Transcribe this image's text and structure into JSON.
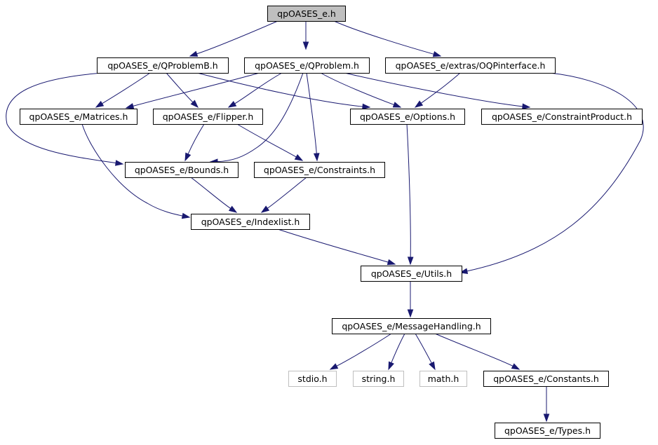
{
  "graph": {
    "nodes": [
      {
        "id": "root",
        "label": "qpOASES_e.h",
        "style": "root"
      },
      {
        "id": "qproblemb",
        "label": "qpOASES_e/QProblemB.h",
        "style": "normal"
      },
      {
        "id": "qproblem",
        "label": "qpOASES_e/QProblem.h",
        "style": "normal"
      },
      {
        "id": "oqp",
        "label": "qpOASES_e/extras/OQPinterface.h",
        "style": "normal"
      },
      {
        "id": "matrices",
        "label": "qpOASES_e/Matrices.h",
        "style": "normal"
      },
      {
        "id": "flipper",
        "label": "qpOASES_e/Flipper.h",
        "style": "normal"
      },
      {
        "id": "options",
        "label": "qpOASES_e/Options.h",
        "style": "normal"
      },
      {
        "id": "constraintproduct",
        "label": "qpOASES_e/ConstraintProduct.h",
        "style": "normal"
      },
      {
        "id": "bounds",
        "label": "qpOASES_e/Bounds.h",
        "style": "normal"
      },
      {
        "id": "constraints",
        "label": "qpOASES_e/Constraints.h",
        "style": "normal"
      },
      {
        "id": "indexlist",
        "label": "qpOASES_e/Indexlist.h",
        "style": "normal"
      },
      {
        "id": "utils",
        "label": "qpOASES_e/Utils.h",
        "style": "normal"
      },
      {
        "id": "messagehandling",
        "label": "qpOASES_e/MessageHandling.h",
        "style": "normal"
      },
      {
        "id": "stdio",
        "label": "stdio.h",
        "style": "system"
      },
      {
        "id": "string",
        "label": "string.h",
        "style": "system"
      },
      {
        "id": "math",
        "label": "math.h",
        "style": "system"
      },
      {
        "id": "constants",
        "label": "qpOASES_e/Constants.h",
        "style": "normal"
      },
      {
        "id": "types",
        "label": "qpOASES_e/Types.h",
        "style": "normal"
      }
    ],
    "edges": [
      {
        "from": "root",
        "to": "qproblemb"
      },
      {
        "from": "root",
        "to": "qproblem"
      },
      {
        "from": "root",
        "to": "oqp"
      },
      {
        "from": "qproblemb",
        "to": "matrices"
      },
      {
        "from": "qproblemb",
        "to": "flipper"
      },
      {
        "from": "qproblemb",
        "to": "options"
      },
      {
        "from": "qproblemb",
        "to": "bounds"
      },
      {
        "from": "qproblem",
        "to": "matrices"
      },
      {
        "from": "qproblem",
        "to": "flipper"
      },
      {
        "from": "qproblem",
        "to": "options"
      },
      {
        "from": "qproblem",
        "to": "constraintproduct"
      },
      {
        "from": "qproblem",
        "to": "bounds"
      },
      {
        "from": "qproblem",
        "to": "constraints"
      },
      {
        "from": "oqp",
        "to": "options"
      },
      {
        "from": "oqp",
        "to": "utils"
      },
      {
        "from": "matrices",
        "to": "indexlist"
      },
      {
        "from": "flipper",
        "to": "bounds"
      },
      {
        "from": "flipper",
        "to": "constraints"
      },
      {
        "from": "options",
        "to": "utils"
      },
      {
        "from": "bounds",
        "to": "indexlist"
      },
      {
        "from": "constraints",
        "to": "indexlist"
      },
      {
        "from": "indexlist",
        "to": "utils"
      },
      {
        "from": "utils",
        "to": "messagehandling"
      },
      {
        "from": "messagehandling",
        "to": "stdio"
      },
      {
        "from": "messagehandling",
        "to": "string"
      },
      {
        "from": "messagehandling",
        "to": "math"
      },
      {
        "from": "messagehandling",
        "to": "constants"
      },
      {
        "from": "constants",
        "to": "types"
      }
    ],
    "colors": {
      "edge": "#191970",
      "root_fill": "#bfbfbf",
      "node_border": "#000000",
      "system_border": "#bfbfbf"
    }
  }
}
